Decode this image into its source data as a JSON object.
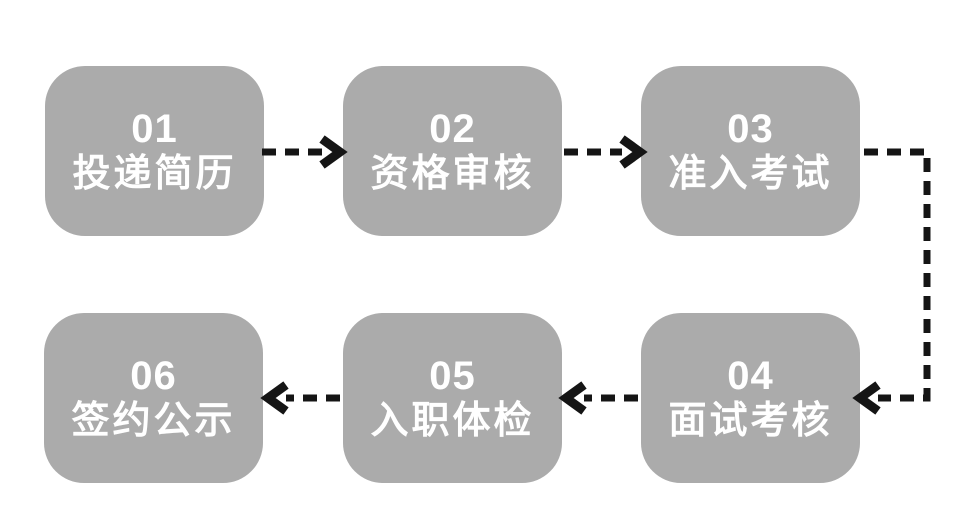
{
  "diagram": {
    "type": "flowchart",
    "language": "zh",
    "steps": [
      {
        "number": "01",
        "label": "投递简历"
      },
      {
        "number": "02",
        "label": "资格审核"
      },
      {
        "number": "03",
        "label": "准入考试"
      },
      {
        "number": "04",
        "label": "面试考核"
      },
      {
        "number": "05",
        "label": "入职体检"
      },
      {
        "number": "06",
        "label": "签约公示"
      }
    ],
    "connections": [
      {
        "from": "01",
        "to": "02",
        "style": "dashed-arrow-right"
      },
      {
        "from": "02",
        "to": "03",
        "style": "dashed-arrow-right"
      },
      {
        "from": "03",
        "to": "04",
        "style": "dashed-elbow-right-down-left"
      },
      {
        "from": "04",
        "to": "05",
        "style": "dashed-arrow-left"
      },
      {
        "from": "05",
        "to": "06",
        "style": "dashed-arrow-left"
      }
    ]
  },
  "colors": {
    "box_fill": "#ababab",
    "box_text": "#ffffff",
    "arrow": "#151515",
    "background": "#ffffff"
  }
}
